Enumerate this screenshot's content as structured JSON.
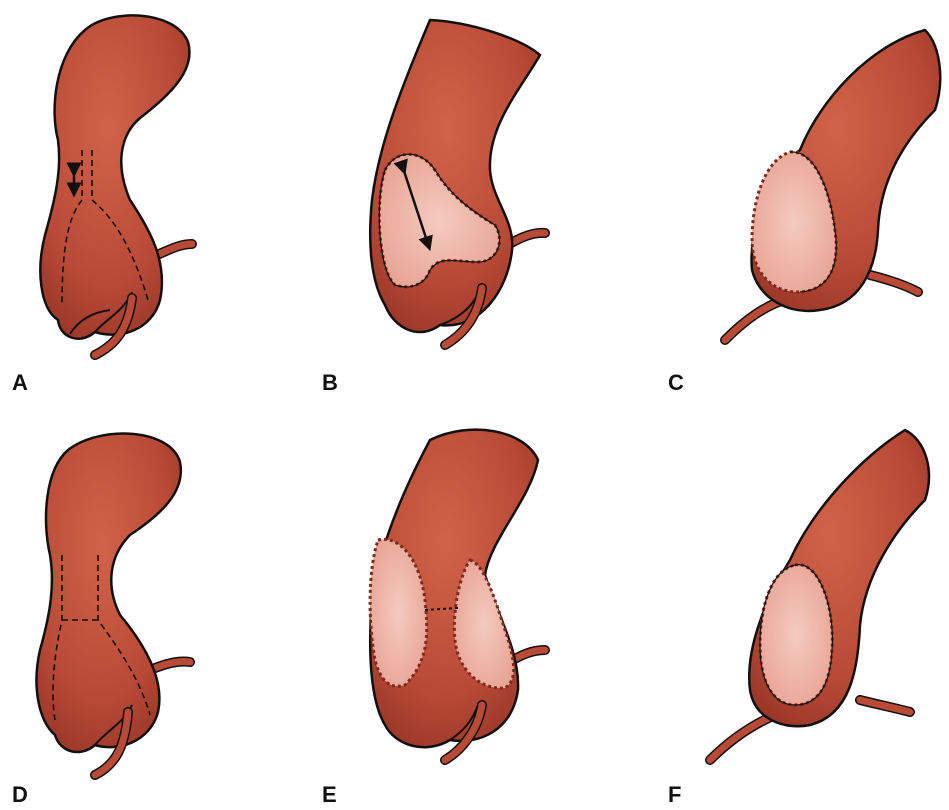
{
  "panels": [
    {
      "id": "A",
      "label": "A"
    },
    {
      "id": "B",
      "label": "B"
    },
    {
      "id": "C",
      "label": "C"
    },
    {
      "id": "D",
      "label": "D"
    },
    {
      "id": "E",
      "label": "E"
    },
    {
      "id": "F",
      "label": "F"
    }
  ],
  "colors": {
    "tissue": "#b94a36",
    "tissue_dark": "#8e2f22",
    "tissue_light": "#d1634a",
    "patch": "#e8a393",
    "patch_center": "#f4cbbf",
    "outline": "#111111",
    "background": "#ffffff"
  },
  "icons": [
    "double-arrow-icon",
    "suture-line-icon",
    "dashed-incision-line-icon"
  ]
}
